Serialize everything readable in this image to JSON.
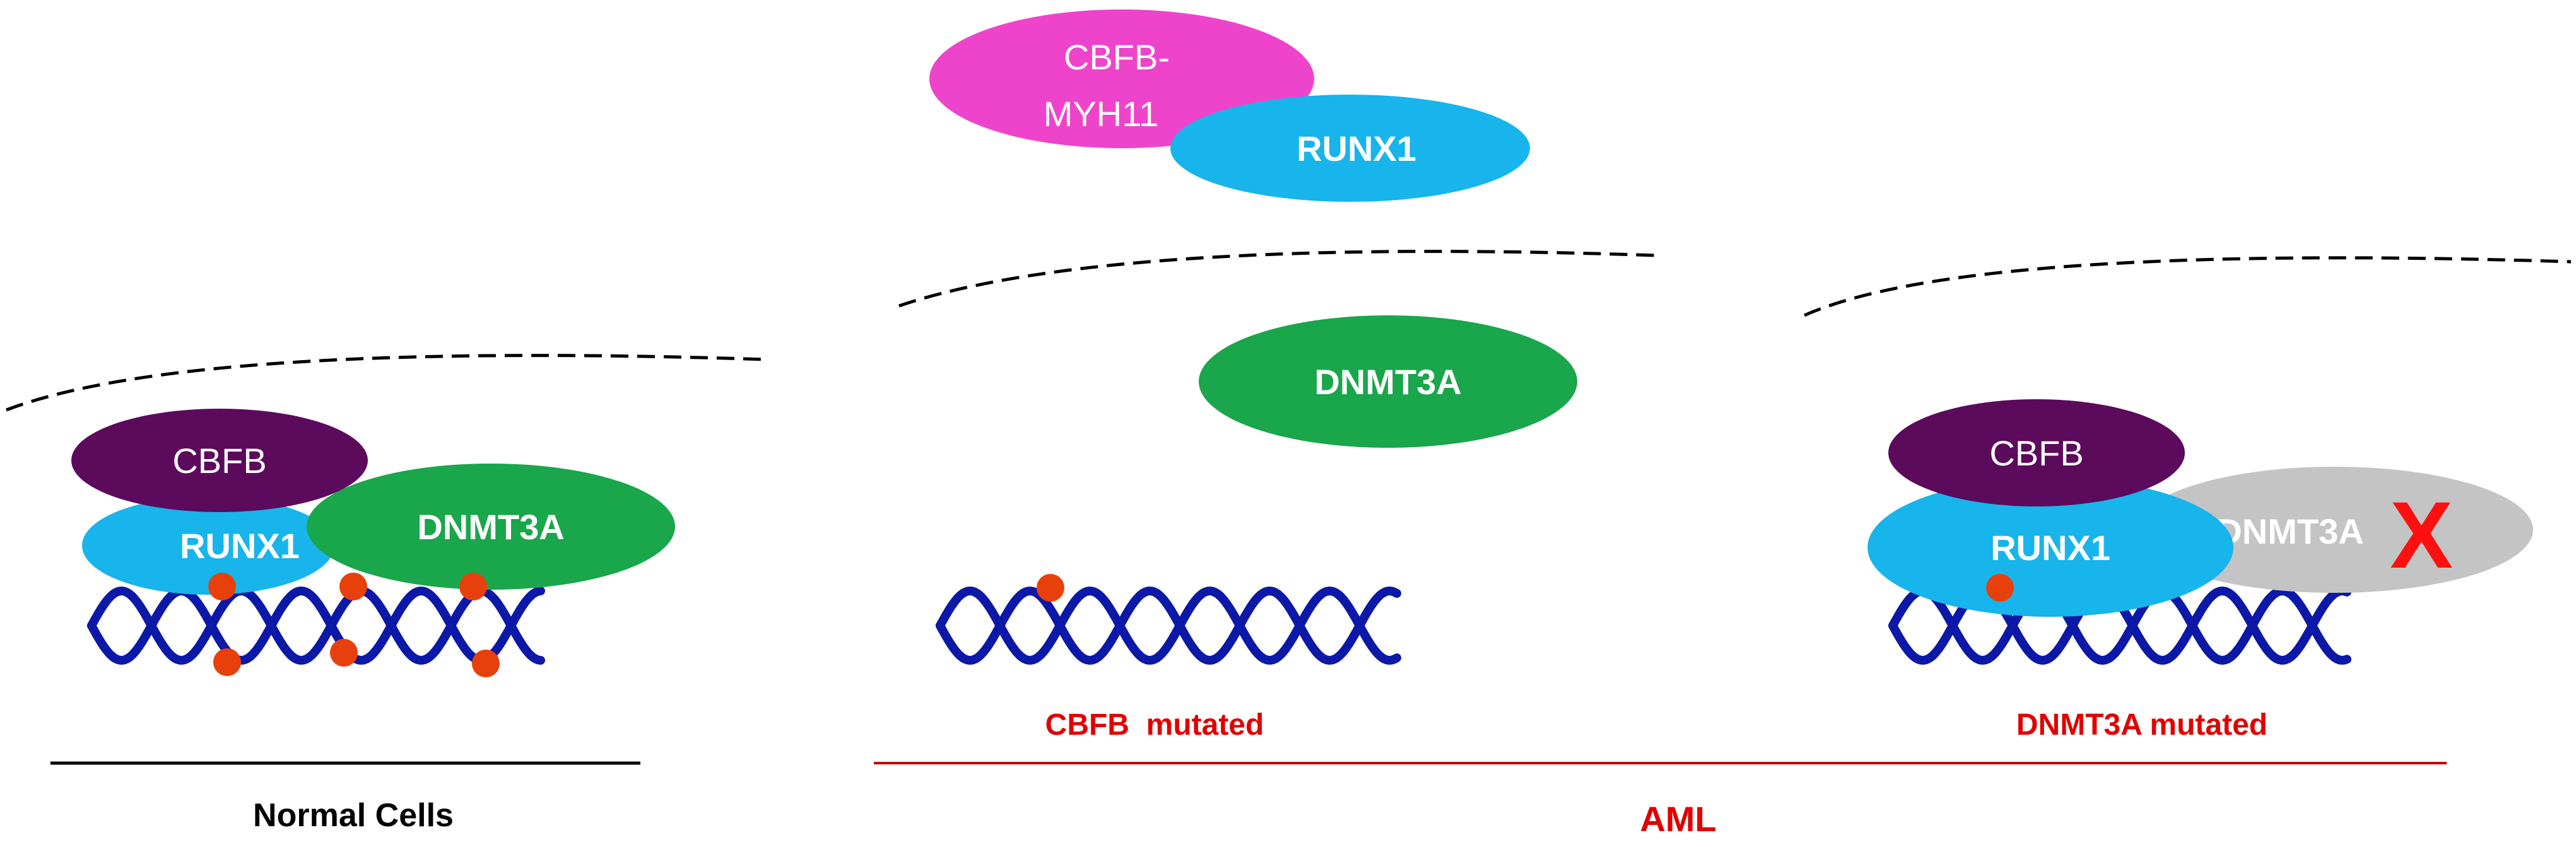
{
  "colors": {
    "runx1": "#18b4ec",
    "cbfb": "#5c0a5c",
    "dnmt3a": "#1aa64b",
    "dnmt3a_mutant": "#c4c4c4",
    "fusion": "#ee44cc",
    "dna": "#0b18a8",
    "methyl": "#e8400c",
    "cross": "#ff1010",
    "caption": "#e00000"
  },
  "panels": {
    "normal": {
      "cbfb": "CBFB",
      "runx1": "RUNX1",
      "dnmt3a": "DNMT3A",
      "caption": "Normal Cells"
    },
    "cbfb_mutated": {
      "fusion_line1": "CBFB-",
      "fusion_line2": "MYH11",
      "runx1": "RUNX1",
      "dnmt3a": "DNMT3A",
      "caption": "CBFB  mutated"
    },
    "dnmt3a_mutated": {
      "cbfb": "CBFB",
      "runx1": "RUNX1",
      "dnmt3a": "DNMT3A",
      "cross": "X",
      "caption": "DNMT3A mutated"
    }
  },
  "aml_label": "AML",
  "icons": [
    "dna-helix-icon",
    "methylation-mark-icon",
    "mutation-cross-icon"
  ]
}
